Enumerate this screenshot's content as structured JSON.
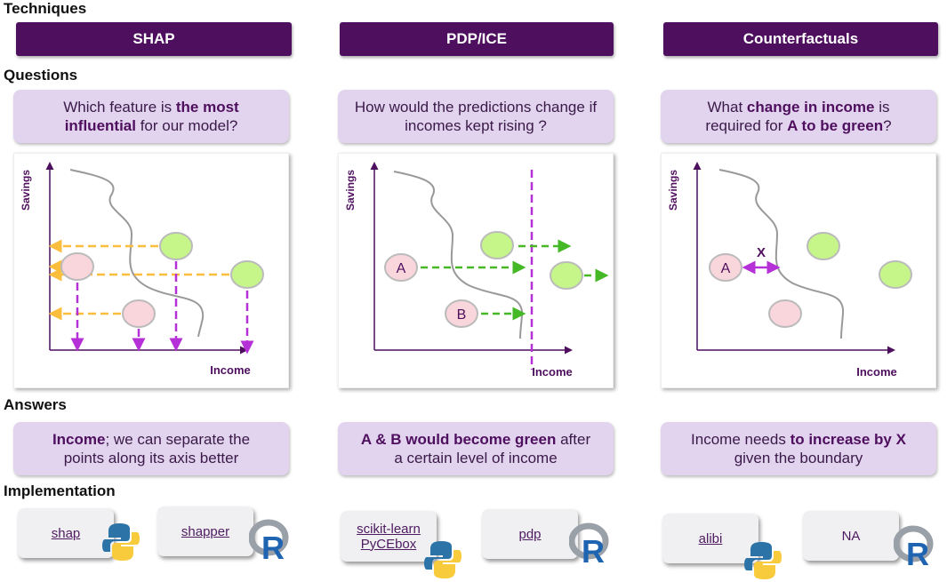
{
  "sections": {
    "techniques": "Techniques",
    "questions": "Questions",
    "answers": "Answers",
    "implementation": "Implementation"
  },
  "techniques": [
    "SHAP",
    "PDP/ICE",
    "Counterfactuals"
  ],
  "questions": [
    {
      "pre": "Which feature is ",
      "bold": "the most influential",
      "post": " for our model?"
    },
    {
      "pre": "How would the predictions change if incomes kept rising ?",
      "bold": "",
      "post": ""
    },
    {
      "pre": "What ",
      "bold": "change in income",
      "mid": " is required for ",
      "bold2": "A to be green",
      "post": "?"
    }
  ],
  "charts": {
    "x_label": "Income",
    "y_label": "Savings",
    "point_a": "A",
    "point_b": "B",
    "change_x": "X"
  },
  "answers": [
    {
      "bold": "Income",
      "post": "; we can separate the points along its axis better"
    },
    {
      "bold": "A & B would become green",
      "post": " after a certain level of income"
    },
    {
      "pre": "Income needs ",
      "bold": "to increase by X",
      "post": " given the boundary"
    }
  ],
  "implementations": [
    {
      "label": "shap",
      "lang": "python"
    },
    {
      "label": "shapper",
      "lang": "R"
    },
    {
      "label": "scikit-learn",
      "label2": "PyCEbox",
      "lang": "python"
    },
    {
      "label": "pdp",
      "lang": "R"
    },
    {
      "label": "alibi",
      "lang": "python"
    },
    {
      "label": "NA",
      "lang": "R"
    }
  ],
  "r_logo_text": "R",
  "colors": {
    "purple": "#4e0f5e",
    "lilac": "#e2d3ee",
    "green": "#c6f58a",
    "pink": "#f9d6dc",
    "orange": "#fbbd3c",
    "magenta": "#b630d8",
    "arrow_green": "#45b825"
  }
}
